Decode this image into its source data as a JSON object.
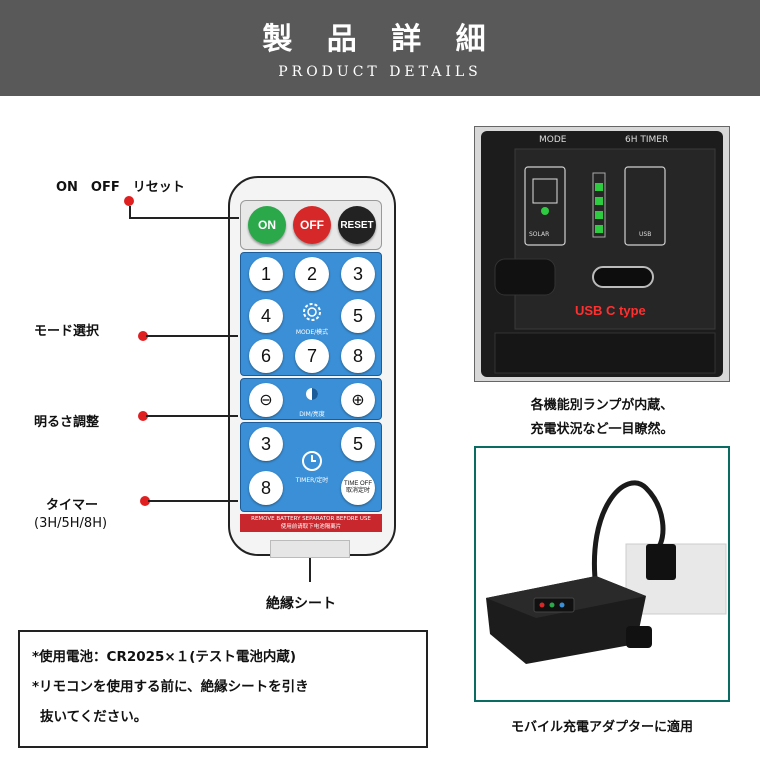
{
  "header": {
    "title_jp": "製 品 詳 細",
    "title_en": "PRODUCT DETAILS"
  },
  "remote": {
    "buttons": {
      "on": "ON",
      "off": "OFF",
      "reset": "RESET"
    },
    "numbers_top": [
      "1",
      "2",
      "3",
      "4",
      "5",
      "6",
      "7",
      "8"
    ],
    "mode_label": "MODE/模式",
    "dim_label": "DIM/亮度",
    "timer_numbers": [
      "3",
      "5",
      "8"
    ],
    "timer_label": "TIMER/定时",
    "time_off": "TIME OFF",
    "time_off_cn": "取消定时",
    "warning_en": "REMOVE BATTERY SEPARATOR BEFORE USE",
    "warning_cn": "使用前请取下电池隔离片"
  },
  "labels": {
    "on_off_reset": "ON　OFF　リセット",
    "mode_select": "モード選択",
    "brightness": "明るさ調整",
    "timer": "タイマー",
    "timer_sub": "(3H/5H/8H)",
    "insulation": "絶縁シート"
  },
  "photo1": {
    "mode": "MODE",
    "timer": "6H TIMER",
    "solar": "SOLAR",
    "usb": "USB",
    "usb_c": "USB C type"
  },
  "captions": {
    "photo1_line1": "各機能別ランプが内蔵、",
    "photo1_line2": "充電状況など一目瞭然。",
    "photo2": "モバイル充電アダプターに適用"
  },
  "notes": {
    "line1": "*使用電池：CR2025×１(テスト電池内蔵)",
    "line2": "*リモコンを使用する前に、絶縁シートを引き",
    "line3": "抜いてください。"
  },
  "colors": {
    "on": "#2aa84a",
    "off": "#d62828",
    "reset": "#222222",
    "panel_blue": "#3a8fd6",
    "header": "#595959"
  }
}
